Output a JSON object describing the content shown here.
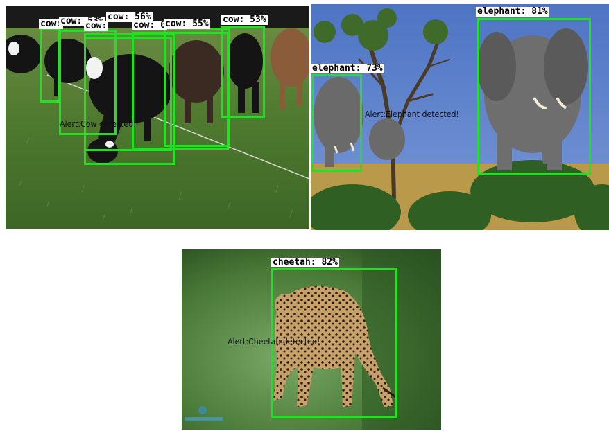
{
  "panels": {
    "cows": {
      "detections": [
        {
          "label": "cow: 53%"
        },
        {
          "label": "cow: 56%"
        },
        {
          "label": "cow:"
        },
        {
          "label": "cow: 55%"
        },
        {
          "label": "cow: 53%"
        },
        {
          "label": "cow: 6"
        },
        {
          "label": "cow:"
        }
      ],
      "alert": "Alert:Cow detected!"
    },
    "elephants": {
      "detections": [
        {
          "label": "elephant: 81%"
        },
        {
          "label": "elephant: 73%"
        }
      ],
      "alert": "Alert:Elephant detected!"
    },
    "cheetah": {
      "detections": [
        {
          "label": "cheetah: 82%"
        }
      ],
      "alert": "Alert:Cheetah detected!"
    }
  },
  "colors": {
    "box": "#22e022",
    "label_bg": "#ffffff",
    "label_text": "#000000"
  }
}
